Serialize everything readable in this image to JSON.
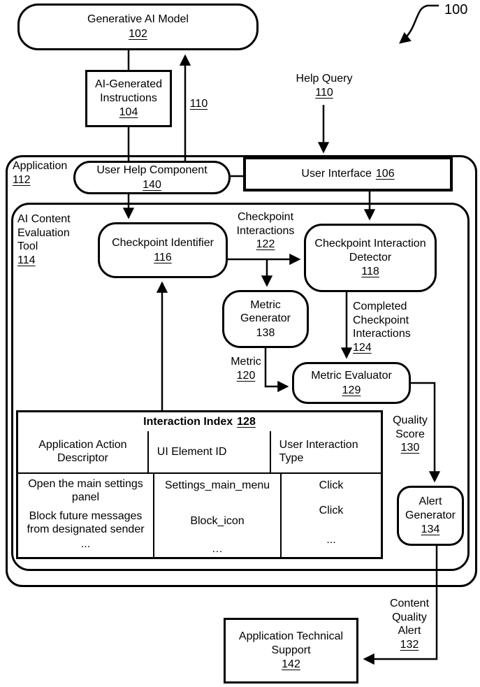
{
  "figure": {
    "ref": "100"
  },
  "containers": {
    "application": {
      "title": "Application",
      "ref": "112"
    },
    "ai_content_evaluation_tool": {
      "title": "AI Content Evaluation Tool",
      "ref": "114"
    }
  },
  "nodes": {
    "generative_ai_model": {
      "title": "Generative AI Model",
      "ref": "102"
    },
    "ai_generated_instructions": {
      "title": "AI-Generated Instructions",
      "ref": "104"
    },
    "user_help_component": {
      "title": "User Help Component",
      "ref": "140"
    },
    "user_interface": {
      "title": "User Interface",
      "ref": "106"
    },
    "checkpoint_identifier": {
      "title": "Checkpoint Identifier",
      "ref": "116"
    },
    "checkpoint_interaction_detector": {
      "title": "Checkpoint Interaction Detector",
      "ref": "118"
    },
    "metric_generator": {
      "title": "Metric Generator",
      "ref": "138"
    },
    "metric_evaluator": {
      "title": "Metric Evaluator",
      "ref": "129"
    },
    "alert_generator": {
      "title": "Alert Generator",
      "ref": "134"
    },
    "application_technical_support": {
      "title": "Application Technical Support",
      "ref": "142"
    }
  },
  "labels": {
    "help_query": {
      "text": "Help Query",
      "ref": "110"
    },
    "model_feedback": {
      "ref": "110"
    },
    "checkpoint_interactions": {
      "text": "Checkpoint Interactions",
      "ref": "122"
    },
    "completed_checkpoint_interactions": {
      "text": "Completed Checkpoint Interactions",
      "ref": "124"
    },
    "metric": {
      "text": "Metric",
      "ref": "120"
    },
    "quality_score": {
      "text": "Quality Score",
      "ref": "130"
    },
    "content_quality_alert": {
      "text": "Content Quality Alert",
      "ref": "132"
    }
  },
  "interaction_index": {
    "title": "Interaction Index",
    "ref": "128",
    "columns": [
      "Application Action Descriptor",
      "UI Element ID",
      "User Interaction Type"
    ],
    "rows": [
      [
        "Open the main settings panel",
        "Settings_main_menu",
        "Click"
      ],
      [
        "Block future messages from designated sender",
        "Block_icon",
        "Click"
      ],
      [
        "...",
        "…",
        "..."
      ]
    ]
  }
}
